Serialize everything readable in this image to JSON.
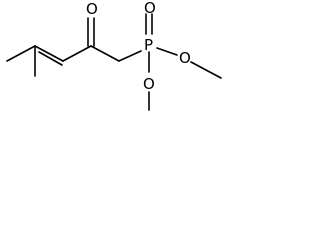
{
  "molecule": {
    "atoms": {
      "carbonyl_oxygen": "O",
      "phosphorus": "P",
      "phosphoryl_oxygen": "O",
      "ester_oxygen_right": "O",
      "ester_oxygen_bottom": "O"
    }
  }
}
